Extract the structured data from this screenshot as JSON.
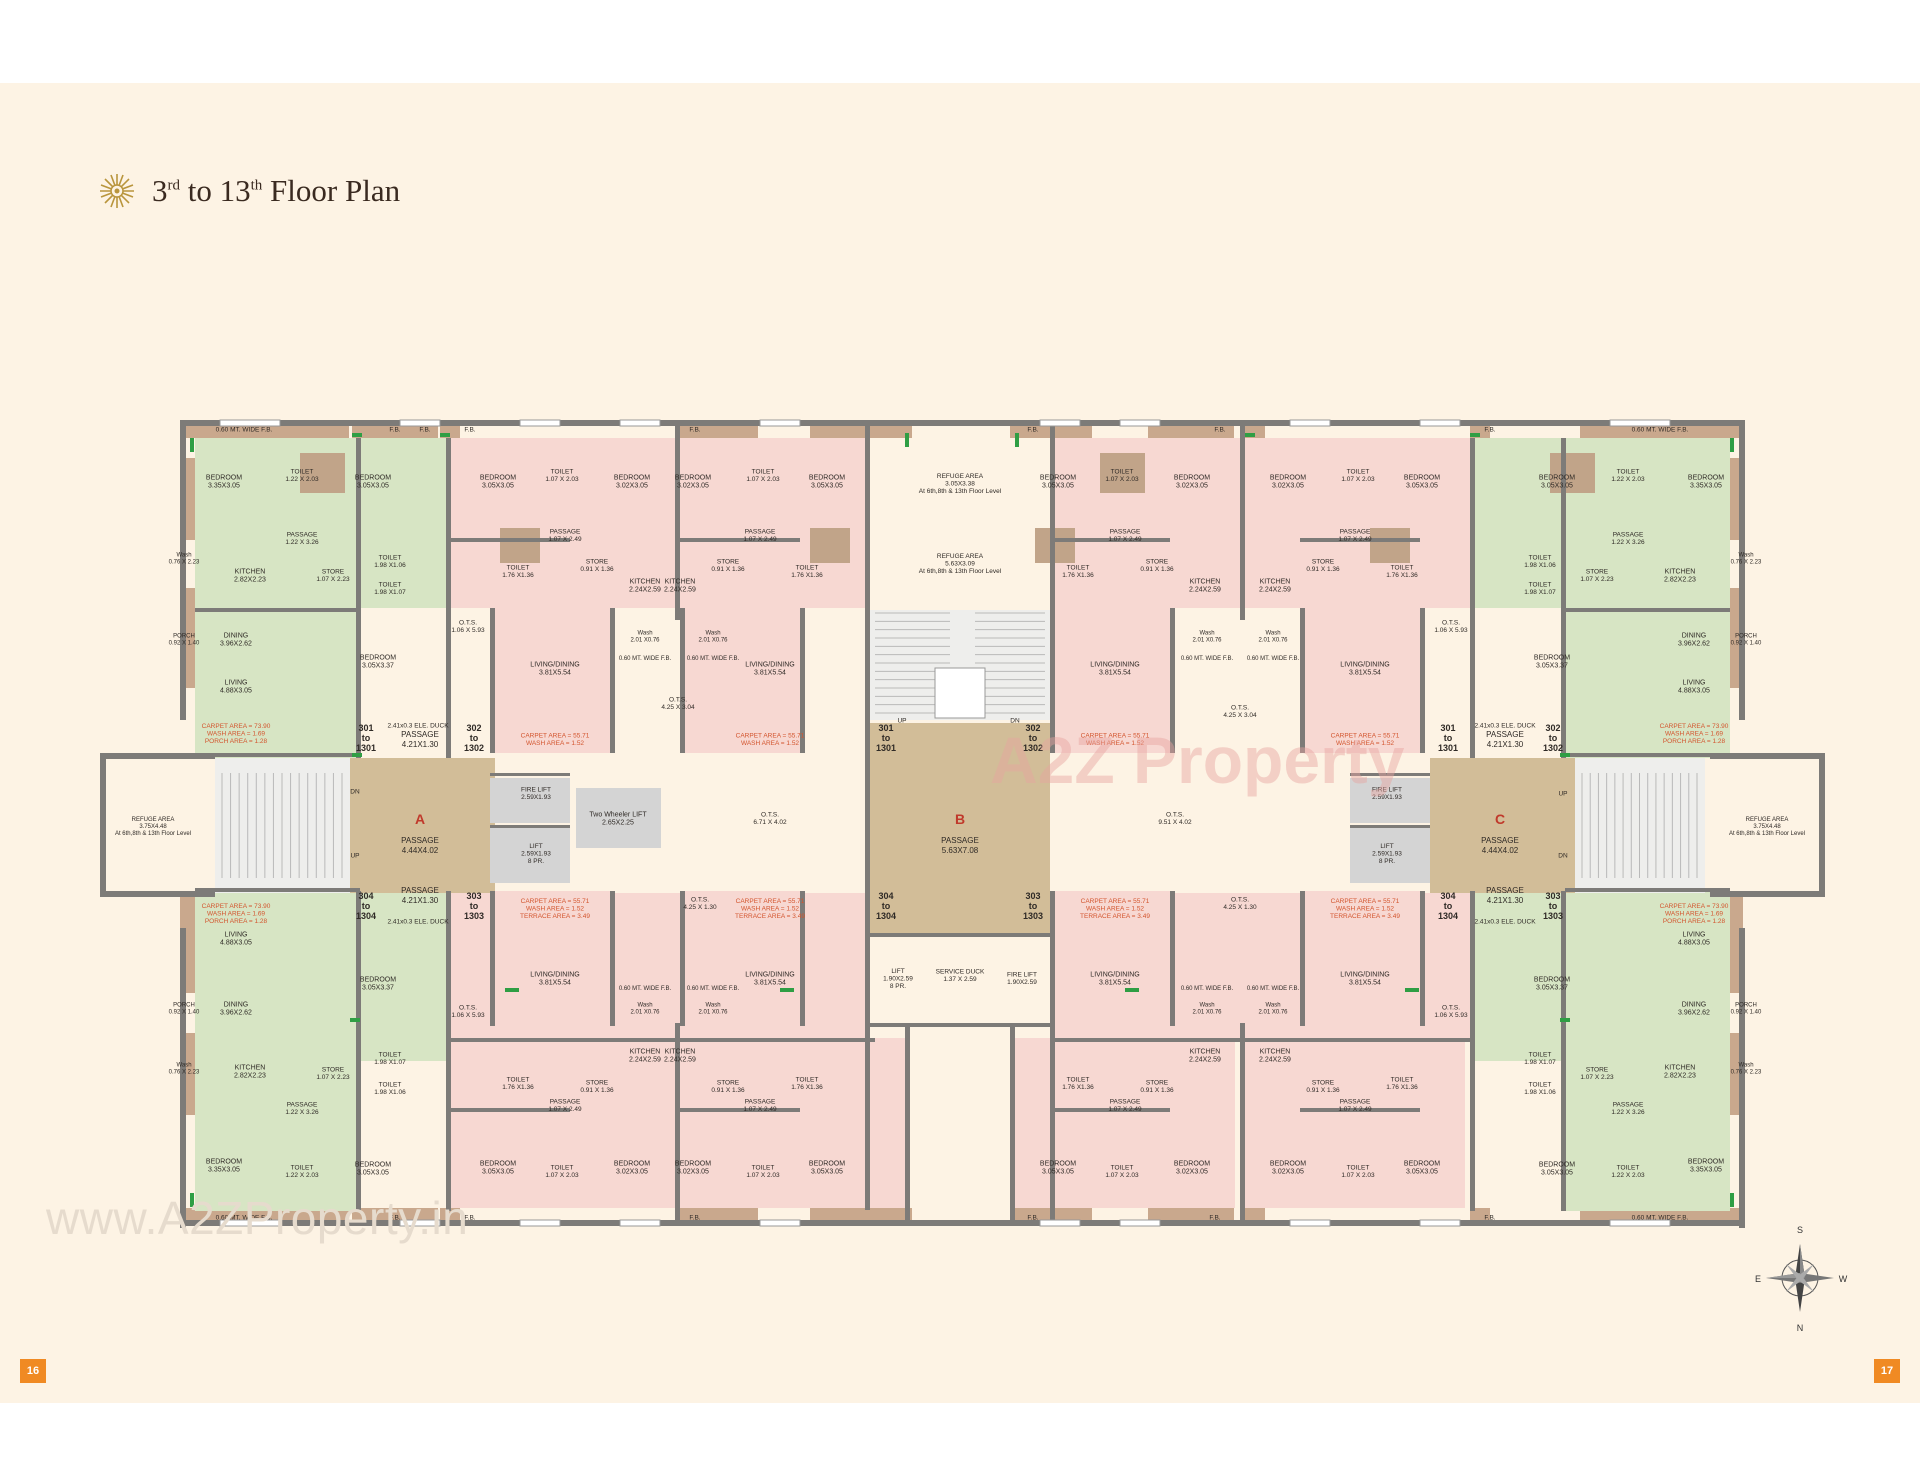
{
  "title": {
    "ordinal_start": "3",
    "sup_start": "rd",
    "to": " to ",
    "ordinal_end": "13",
    "sup_end": "th",
    "suffix": " Floor Plan"
  },
  "website": "www.A2ZProperty.in",
  "watermark": "A2Z Property",
  "page_numbers": {
    "left": "16",
    "right": "17"
  },
  "compass": {
    "north": "N",
    "south": "S",
    "east": "E",
    "west": "W"
  },
  "colors": {
    "green": "#d7e5c4",
    "pink": "#f7d8d2",
    "core": "#d2bd98",
    "wall": "#7d7b78",
    "fb": "#c9a88d",
    "page": "#fdf3e4",
    "orange": "#f08a23"
  },
  "labels": {
    "fb_wide": "0.60 MT. WIDE F.B.",
    "fb": "F.B.",
    "bedroom": "BEDROOM",
    "toilet": "TOILET",
    "store": "STORE",
    "kitchen": "KITCHEN",
    "passage": "PASSAGE",
    "dining": "DINING",
    "living": "LIVING",
    "living_dining": "LIVING/DINING",
    "porch": "PORCH",
    "wash": "Wash",
    "ots": "O.T.S.",
    "lift": "LIFT",
    "fire_lift": "FIRE LIFT",
    "service_duck": "SERVICE DUCK",
    "two_wheeler_lift": "Two Wheeler LIFT",
    "refuge_area": "REFUGE AREA",
    "at_floors": "At 6th,8th & 13th Floor Level",
    "up": "UP",
    "dn": "DN",
    "ele_duck": "2.41x0.3 ELE. DUCK"
  },
  "dims": {
    "bed_335": "3.35X3.05",
    "bed_305": "3.05X3.05",
    "bed_302": "3.02X3.05",
    "bed_337": "3.05X3.37",
    "toilet_122": "1.22 X 2.03",
    "toilet_107": "1.07 X 2.03",
    "toilet_198a": "1.98 X1.06",
    "toilet_198b": "1.98 X1.07",
    "toilet_176": "1.76 X1.36",
    "passage_122": "1.22 X 3.26",
    "passage_107": "1.07 X 2.49",
    "store_107": "1.07 X 2.23",
    "store_091": "0.91 X 1.36",
    "kitchen_282": "2.82X2.23",
    "kitchen_224": "2.24X2.59",
    "dining": "3.96X2.62",
    "living": "4.88X3.05",
    "living_dining": "3.81X5.54",
    "porch": "0.92 X 1.40",
    "wash_076": "0.76 X 2.23",
    "wash_201": "2.01 X0.76",
    "ots_side": "1.06 X 5.93",
    "ots_425_304": "4.25 X 3.04",
    "ots_425_130": "4.25 X 1.30",
    "ots_671": "6.71 X 4.02",
    "ots_951": "9.51 X 4.02",
    "fire_lift": "2.59X1.93",
    "lift": "2.59X1.93",
    "lift_pr": "8 PR.",
    "two_wheeler": "2.65X2.25",
    "lift_b": "1.90X2.59",
    "service_duck": "1.37 X 2.59",
    "fire_lift_b": "1.90X2.59",
    "refuge_top_1": "3.05X3.38",
    "refuge_top_2": "5.63X3.09",
    "refuge_side": "3.75X4.48",
    "passage_small": "4.21X1.30",
    "passage_core_ac": "4.44X4.02",
    "passage_core_b": "5.63X7.08"
  },
  "areas": {
    "green": [
      "CARPET AREA = 73.90",
      "WASH AREA = 1.69",
      "PORCH AREA = 1.28"
    ],
    "pink_top": [
      "CARPET AREA = 55.71",
      "WASH AREA = 1.52"
    ],
    "pink_bottom": [
      "CARPET AREA = 55.71",
      "WASH AREA = 1.52",
      "TERRACE AREA = 3.49"
    ]
  },
  "cores": {
    "a": "A",
    "b": "B",
    "c": "C"
  },
  "unit_tags": {
    "t301": "301",
    "t302": "302",
    "t303": "303",
    "t304": "304",
    "to": "to",
    "t1301": "1301",
    "t1302": "1302",
    "t1303": "1303",
    "t1304": "1304"
  }
}
